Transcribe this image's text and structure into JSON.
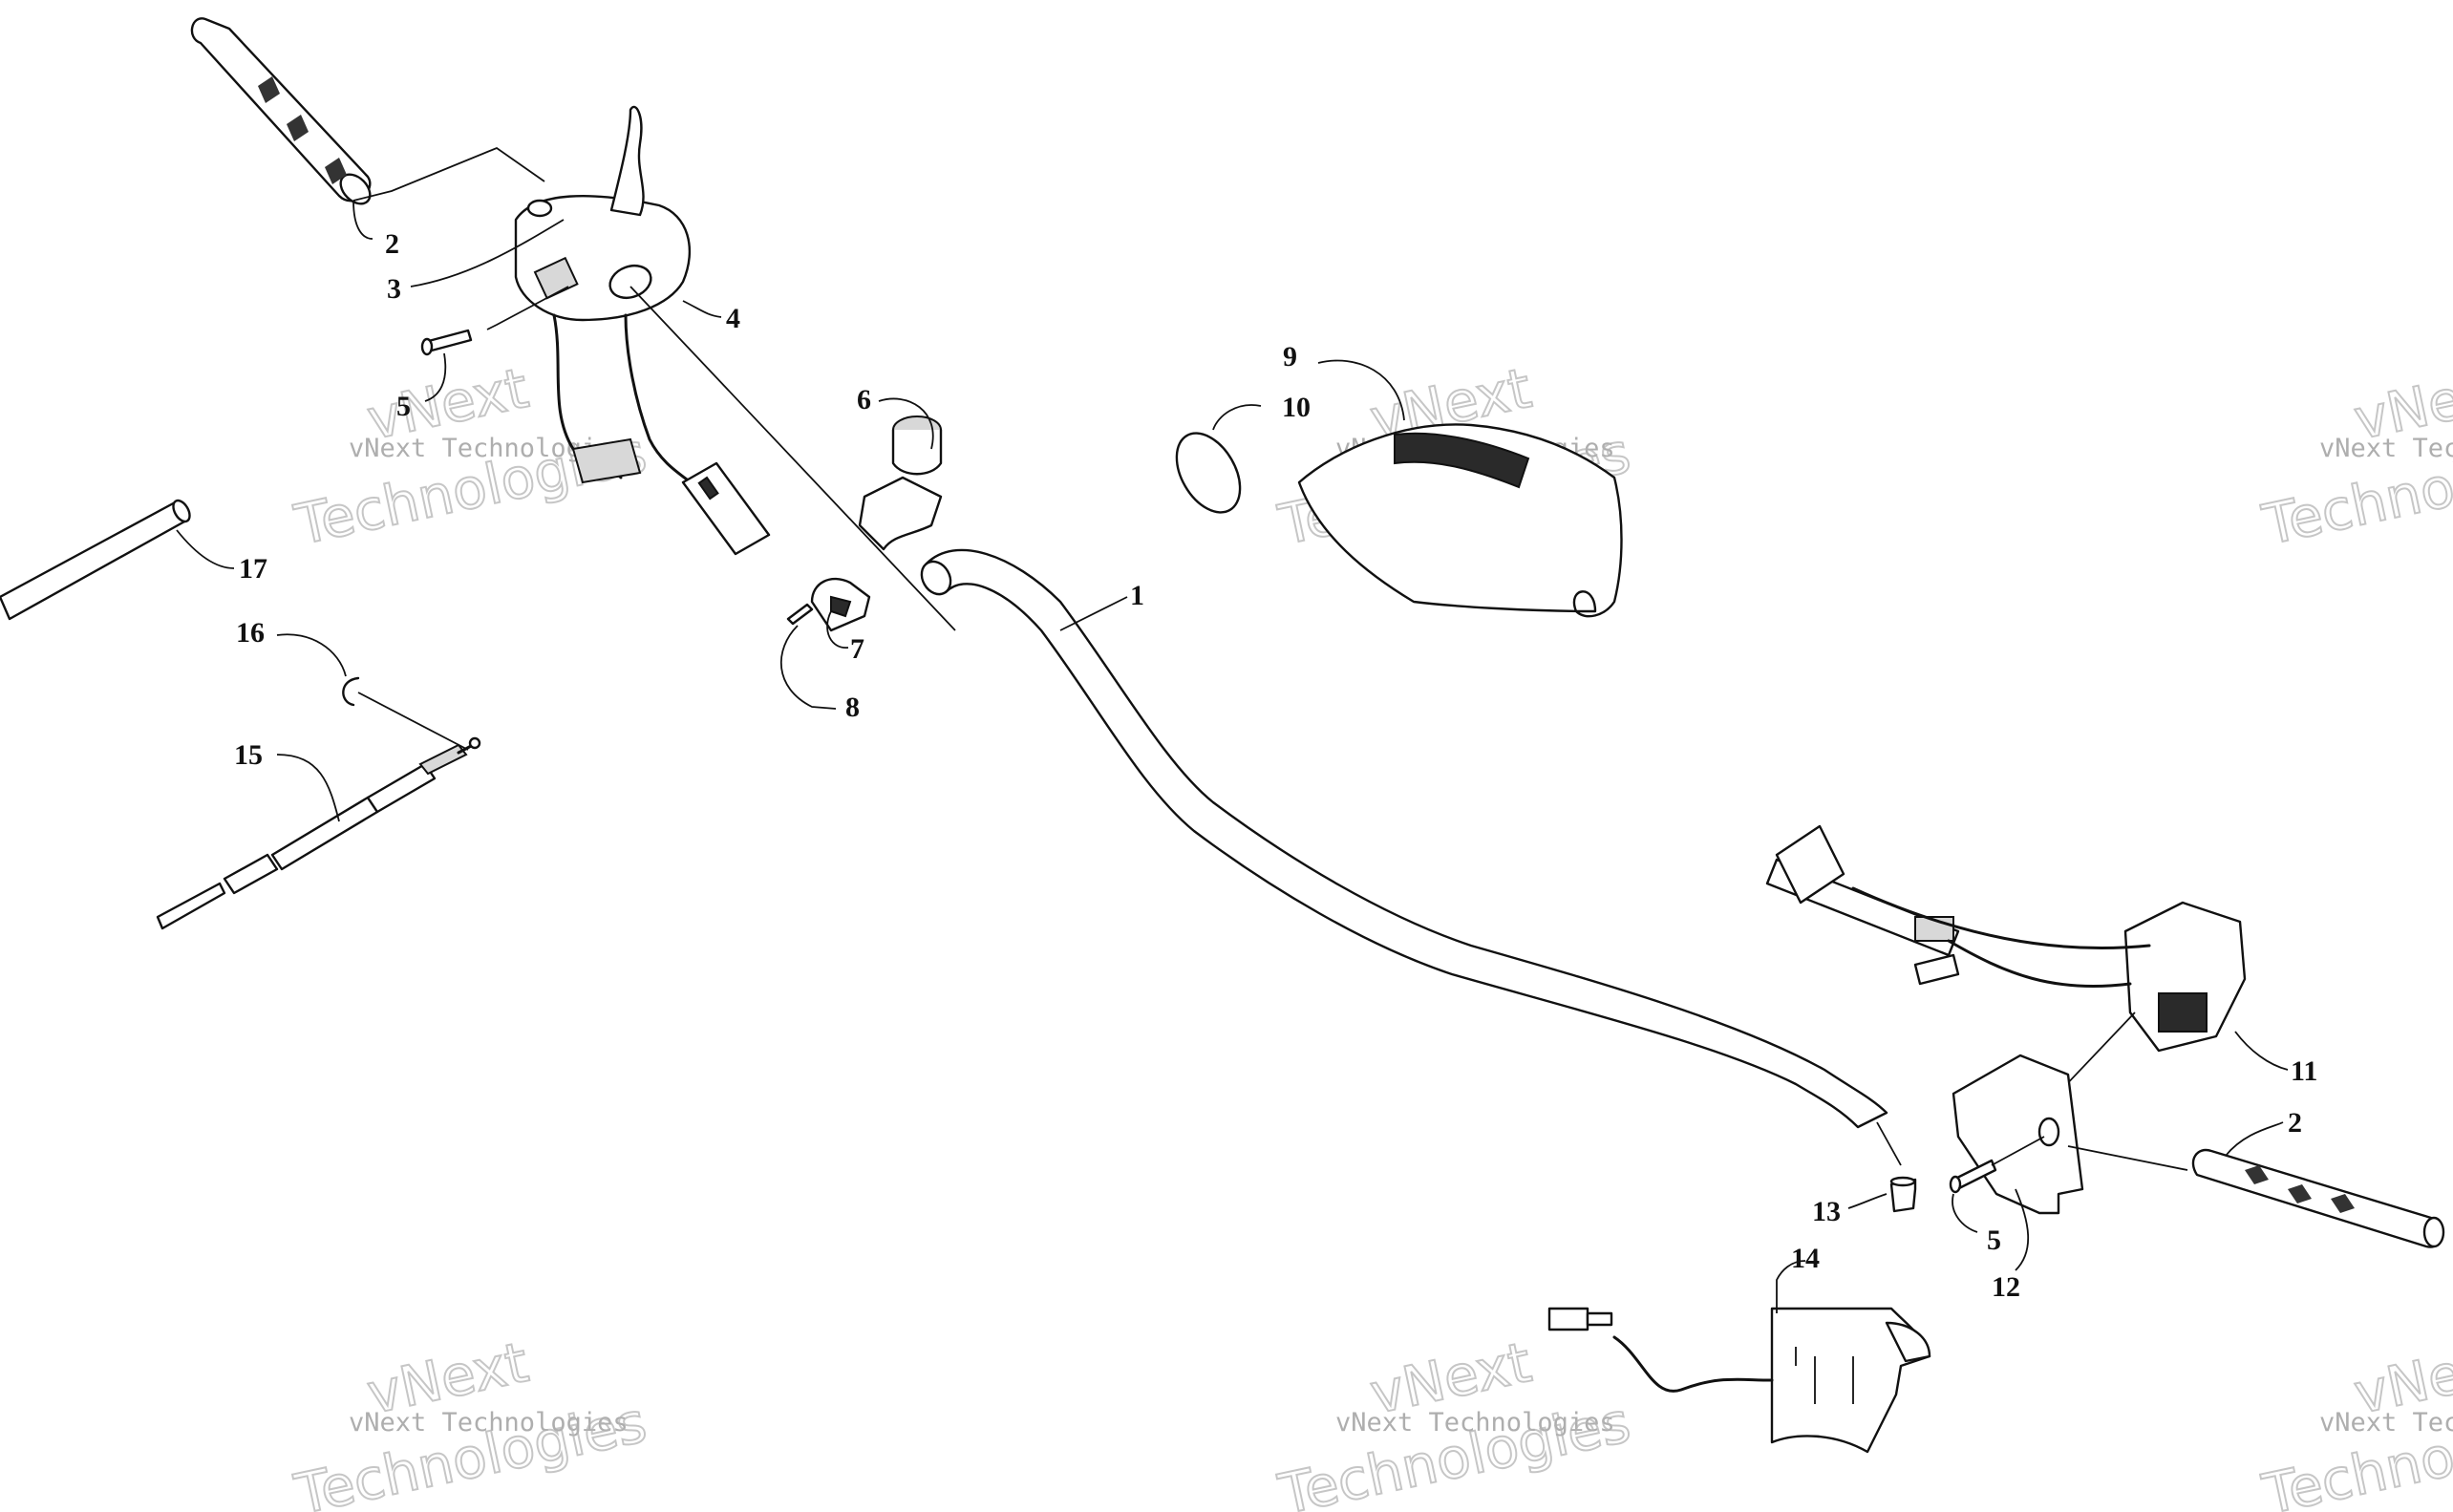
{
  "callouts": {
    "c1": "1",
    "c2a": "2",
    "c2b": "2",
    "c3": "3",
    "c4": "4",
    "c5a": "5",
    "c5b": "5",
    "c6": "6",
    "c7": "7",
    "c8": "8",
    "c9": "9",
    "c10": "10",
    "c11": "11",
    "c12": "12",
    "c13": "13",
    "c14": "14",
    "c15": "15",
    "c16": "16",
    "c17": "17"
  },
  "watermark": {
    "line": "vNext Technologies",
    "big_top": "vNext",
    "big_bottom": "Technologies"
  }
}
